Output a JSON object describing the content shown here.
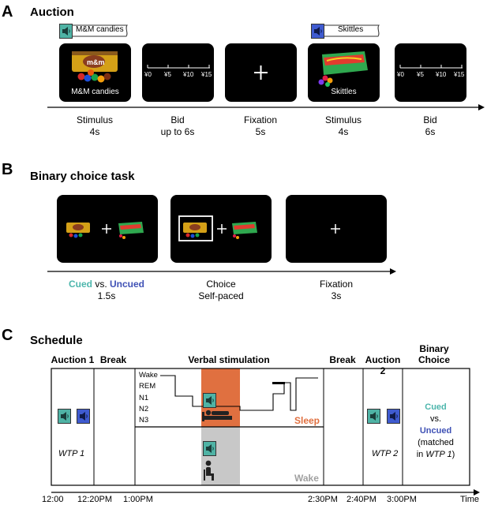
{
  "panel_a": {
    "letter": "A",
    "title": "Auction",
    "tag_1": "M&M candies",
    "tag_2": "Skittles",
    "screen_1_label": "M&M candies",
    "screen_4_label": "Skittles",
    "bid_ticks": [
      "¥0",
      "¥5",
      "¥10",
      "¥15"
    ],
    "captions": [
      {
        "line1": "Stimulus",
        "line2": "4s"
      },
      {
        "line1": "Bid",
        "line2": "up to 6s"
      },
      {
        "line1": "Fixation",
        "line2": "5s"
      },
      {
        "line1": "Stimulus",
        "line2": "4s"
      },
      {
        "line1": "Bid",
        "line2": "6s"
      }
    ]
  },
  "panel_b": {
    "letter": "B",
    "title": "Binary choice task",
    "caption_1_cued": "Cued",
    "caption_1_vs": " vs. ",
    "caption_1_uncued": "Uncued",
    "caption_1_line2": "1.5s",
    "caption_2_line1": "Choice",
    "caption_2_line2": "Self-paced",
    "caption_3_line1": "Fixation",
    "caption_3_line2": "3s"
  },
  "panel_c": {
    "letter": "C",
    "title": "Schedule",
    "headers": {
      "auction1": "Auction 1",
      "break1": "Break",
      "verbal": "Verbal stimulation",
      "break2": "Break",
      "auction2": "Auction 2",
      "binary_line1": "Binary",
      "binary_line2": "Choice"
    },
    "stages": [
      "Wake",
      "REM",
      "N1",
      "N2",
      "N3"
    ],
    "sleep_label": "Sleep",
    "wake_label": "Wake",
    "wtp1": "WTP 1",
    "wtp2": "WTP 2",
    "binary_cued": "Cued",
    "binary_vs": "vs.",
    "binary_uncued": "Uncued",
    "binary_matched_1": "(matched",
    "binary_matched_2": "in ",
    "binary_matched_3": "WTP 1",
    "binary_matched_4": ")",
    "times": [
      "12:00",
      "12:20PM",
      "1:00PM",
      "2:30PM",
      "2:40PM",
      "3:00PM"
    ],
    "time_axis_label": "Time"
  },
  "colors": {
    "cued": "#4db6ac",
    "uncued": "#3f51b5",
    "sleep_band": "#e07040",
    "wake_band": "#c8c8c8",
    "sleep_text": "#e07040",
    "wake_text": "#a0a0a0",
    "speaker_cued": "#4fb3a5",
    "speaker_uncued": "#3f5bd0"
  }
}
